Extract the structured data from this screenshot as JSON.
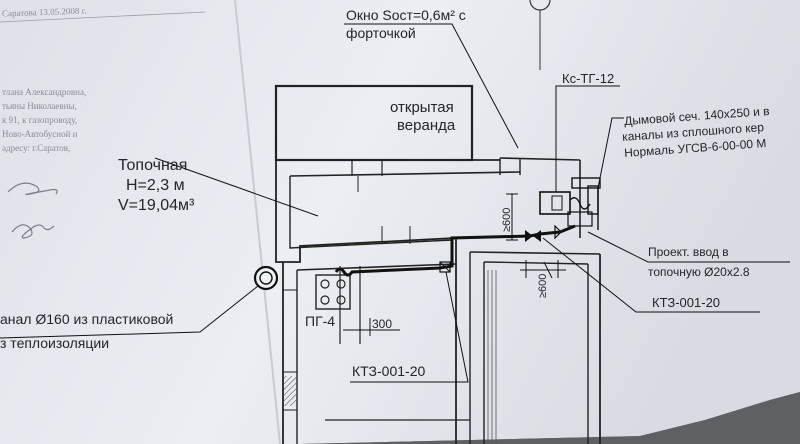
{
  "header": {
    "stamp": "Саратова 13.05.2008 г."
  },
  "margin_text": [
    "тлана Александровна,",
    "тьяны Николаевны,",
    "к 91, к газопроводу,",
    "Ново-Автобусной и",
    "адресу: г.Саратов,"
  ],
  "labels": {
    "window_line1": "Окно Sост=0,6м² с",
    "window_line2": "форточкой",
    "boiler_code": "Кс-ТГ-12",
    "veranda_line1": "открытая",
    "veranda_line2": "веранда",
    "chimney_line1": "Дымовой сеч. 140x250 и в",
    "chimney_line2": "каналы из сплошного кер",
    "chimney_line3": "Нормаль УГСВ-6-00-00 М",
    "room_name": "Топочная",
    "room_height": "H=2,3 м",
    "room_volume": "V=19,04м³",
    "dim_600_vertical": "≥600",
    "dim_600_lower": "≥600",
    "gas_inlet_line1": "Проект. ввод в",
    "gas_inlet_line2": "топочную Ø20x2.8",
    "valve_right": "КТЗ-001-20",
    "stove": "ПГ-4",
    "dim_300": "300",
    "valve_lower": "КТЗ-001-20",
    "channel_line1": "анал Ø160 из пластиковой",
    "channel_line2": "з теплоизоляции"
  },
  "colors": {
    "paper": "#e9ebf1",
    "ink": "#232529",
    "shadow": "#5e6064"
  }
}
